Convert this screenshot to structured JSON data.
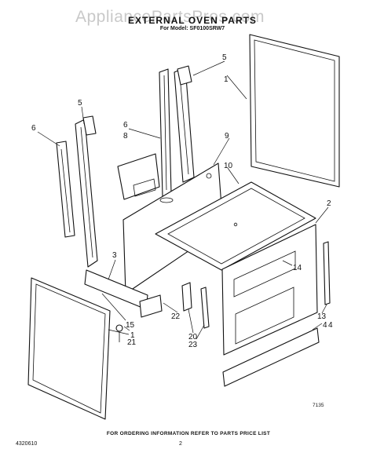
{
  "header": {
    "watermark": "AppliancePartsPros.com",
    "title": "EXTERNAL OVEN PARTS",
    "model_line": "For Model: SF0100SRW7"
  },
  "callouts": [
    "1",
    "2",
    "3",
    "4",
    "5",
    "5",
    "6",
    "6",
    "8",
    "9",
    "10",
    "13",
    "14",
    "15",
    "20",
    "21",
    "22",
    "23",
    "1",
    "4"
  ],
  "footer": {
    "ordering_note": "FOR ORDERING INFORMATION REFER TO PARTS PRICE LIST",
    "document_number": "4320610",
    "page_number": "2",
    "figure_number": "7135"
  }
}
